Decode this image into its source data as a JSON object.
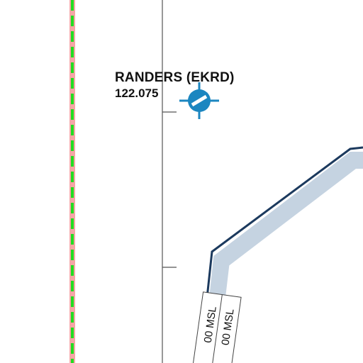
{
  "airport": {
    "name": "RANDERS (EKRD)",
    "frequency": "122.075",
    "symbol_color": "#1b86c0"
  },
  "airspace": {
    "fill_color": "#c5d3e1",
    "border_color": "#1c3a5e",
    "altitude_label_upper": "00 MSL",
    "altitude_label_lower": "00 MSL"
  },
  "boundary": {
    "dash_color": "#22dd22",
    "halo_color": "#f4a6a6"
  },
  "grid": {
    "line_color": "#777777"
  }
}
